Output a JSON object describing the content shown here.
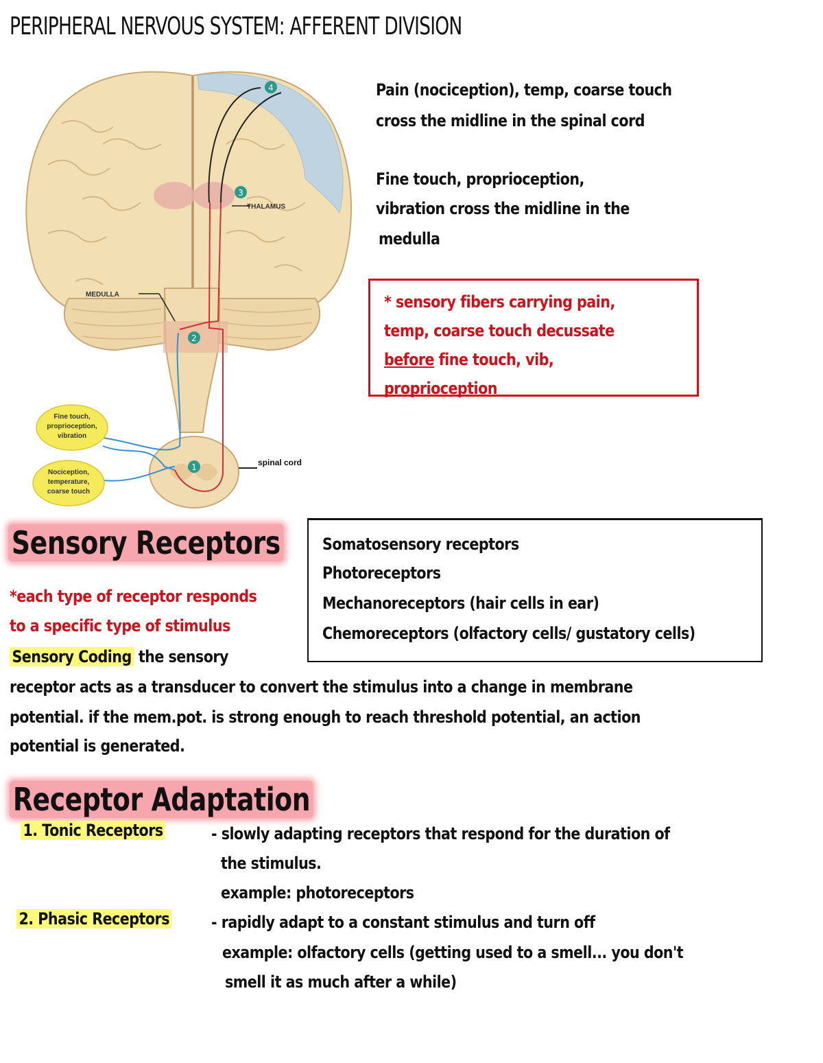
{
  "title": "PERIPHERAL NERVOUS SYSTEM: AFFERENT DIVISION",
  "diagram": {
    "labels": {
      "thalamus": "THALAMUS",
      "medulla": "MEDULLA",
      "spinal_cord": "spinal cord",
      "fine_touch": [
        "Fine touch,",
        "proprioception,",
        "vibration"
      ],
      "nociception": [
        "Nociception,",
        "temperature,",
        "coarse touch"
      ]
    },
    "steps": [
      "1",
      "2",
      "3",
      "4"
    ],
    "colors": {
      "brain": "#f2dfb4",
      "cortex_highlight": "#bfd3e0",
      "red_pathway": "#d0303a",
      "blue_pathway": "#3a8fd0",
      "step_badge": "#2a9a8a",
      "ellipse": "#f5ea5a"
    }
  },
  "notes": {
    "pain_line1": "Pain (nociception), temp, coarse touch",
    "pain_line2": "cross the midline in the spinal cord",
    "fine_line1": "Fine touch, proprioception,",
    "fine_line2": "vibration cross the midline in the",
    "fine_line3": "medulla",
    "callout_line1": "* sensory fibers carrying pain,",
    "callout_line2": "temp, coarse touch decussate",
    "callout_before": "before",
    "callout_line3_rest": " fine touch, vib, proprioception"
  },
  "sensory_receptors": {
    "heading": "Sensory Receptors",
    "red_line1": "*each type of receptor responds",
    "red_line2": "to a specific type of stimulus",
    "coding_label": "Sensory Coding",
    "coding_line1_rest": " the sensory",
    "coding_line2": "receptor acts as a transducer to convert the stimulus into a change in membrane",
    "coding_line3": "potential. if the mem.pot. is strong enough to reach threshold potential, an action",
    "coding_line4": "potential is generated.",
    "types": [
      "Somatosensory receptors",
      "Photoreceptors",
      "Mechanoreceptors (hair cells in ear)",
      "Chemoreceptors (olfactory cells/ gustatory cells)"
    ]
  },
  "receptor_adaptation": {
    "heading": "Receptor Adaptation",
    "tonic_label": "1. Tonic Receptors",
    "tonic_line1": "- slowly adapting receptors that respond for the duration of",
    "tonic_line2": "the stimulus.",
    "tonic_line3": "example: photoreceptors",
    "phasic_label": "2. Phasic Receptors",
    "phasic_line1": "- rapidly adapt to a constant stimulus and turn off",
    "phasic_line2": "example: olfactory cells (getting used to a smell... you don't",
    "phasic_line3": "smell it as much after a while)"
  }
}
